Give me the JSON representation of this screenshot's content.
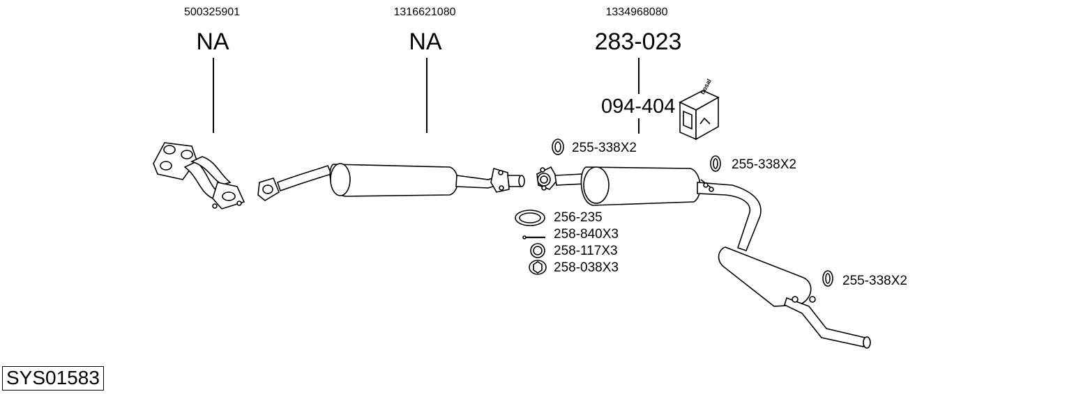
{
  "diagram": {
    "oe_numbers": [
      "500325901",
      "1316621080",
      "1334968080"
    ],
    "part_numbers": [
      "NA",
      "NA",
      "283-023"
    ],
    "kit_number": "094-404",
    "kit_box_brand": "bosal",
    "mount_labels": [
      "255-338X2",
      "255-338X2",
      "255-338X2"
    ],
    "fitting_labels": [
      "256-235",
      "258-840X3",
      "258-117X3",
      "258-038X3"
    ],
    "system_code": "SYS01583"
  }
}
